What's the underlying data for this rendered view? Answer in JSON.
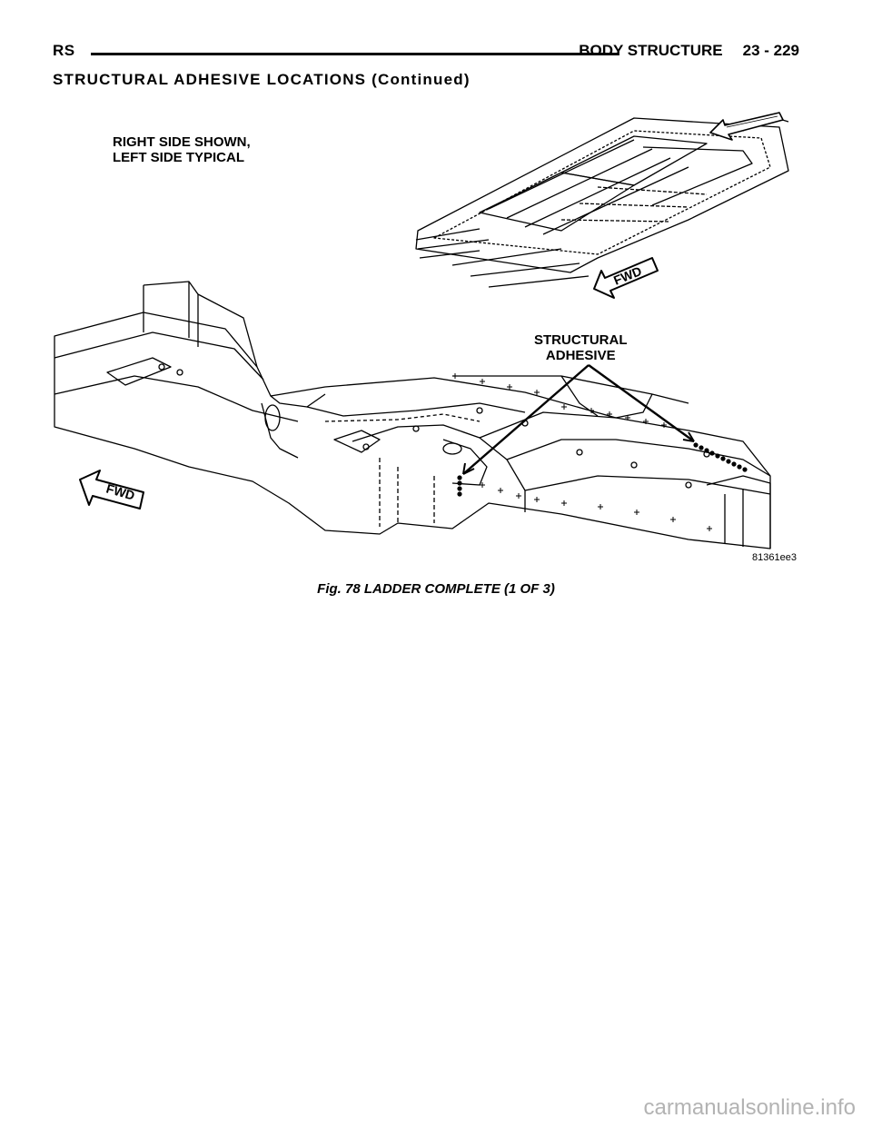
{
  "header": {
    "left": "RS",
    "section": "BODY STRUCTURE",
    "page": "23 - 229"
  },
  "section_title": "STRUCTURAL ADHESIVE LOCATIONS (Continued)",
  "figure": {
    "callout_side_line1": "RIGHT SIDE SHOWN,",
    "callout_side_line2": "LEFT SIDE TYPICAL",
    "callout_adhesive_line1": "STRUCTURAL",
    "callout_adhesive_line2": "ADHESIVE",
    "fwd_label": "FWD",
    "figure_code": "81361ee3",
    "caption": "Fig. 78 LADDER COMPLETE (1 OF 3)"
  },
  "watermark": "carmanualsonline.info"
}
